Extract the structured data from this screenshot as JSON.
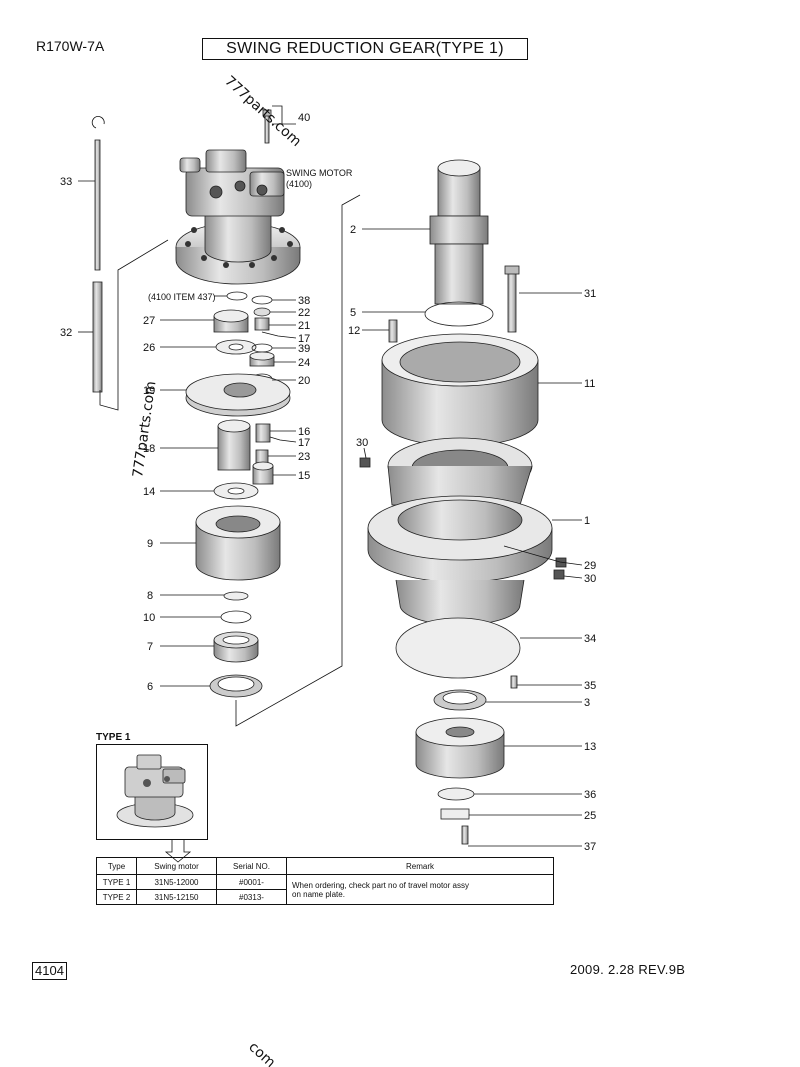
{
  "header": {
    "model": "R170W-7A",
    "title": "SWING REDUCTION GEAR(TYPE 1)"
  },
  "motor_label": {
    "line1": "SWING MOTOR",
    "line2": "(4100)"
  },
  "ref_note": "(4100 ITEM 437)",
  "part_labels": [
    "40",
    "33",
    "32",
    "2",
    "31",
    "5",
    "12",
    "11",
    "38",
    "22",
    "21",
    "17",
    "27",
    "26",
    "39",
    "24",
    "20",
    "19",
    "16",
    "17",
    "18",
    "23",
    "15",
    "30",
    "14",
    "1",
    "9",
    "29",
    "30",
    "8",
    "10",
    "34",
    "7",
    "6",
    "35",
    "3",
    "13",
    "36",
    "25",
    "37"
  ],
  "watermarks": [
    "777parts.com",
    "777parts.com",
    "com"
  ],
  "type_inset": {
    "label": "TYPE 1"
  },
  "table": {
    "headers": [
      "Type",
      "Swing motor",
      "Serial NO.",
      "Remark"
    ],
    "rows": [
      {
        "type": "TYPE 1",
        "motor": "31N5-12000",
        "serial": "#0001-"
      },
      {
        "type": "TYPE 2",
        "motor": "31N5-12150",
        "serial": "#0313-"
      }
    ],
    "remark_line1": "When ordering, check part no of travel motor assy",
    "remark_line2": "on name plate."
  },
  "footer": {
    "page_number": "4104",
    "date": "2009. 2.28  REV.9B"
  },
  "colors": {
    "ink": "#111111",
    "paper": "#ffffff",
    "part_fill": "#d9d9d9",
    "part_shade": "#9a9a9a"
  }
}
